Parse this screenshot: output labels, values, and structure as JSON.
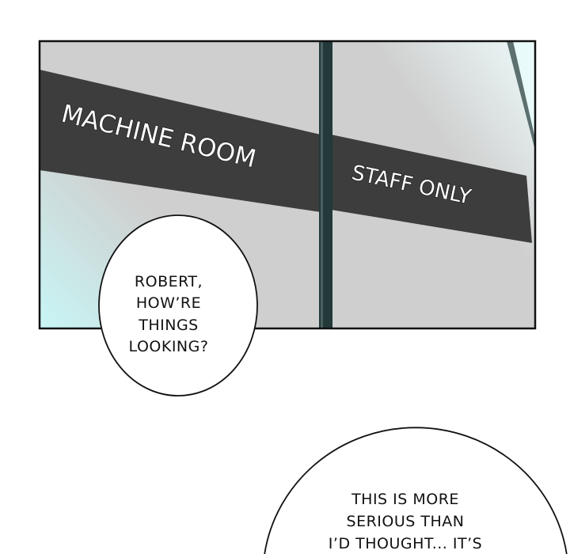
{
  "panel": {
    "sign_left": "MACHINE ROOM",
    "sign_right": "STAFF ONLY"
  },
  "bubbles": [
    {
      "lines": [
        "ROBERT,",
        "HOW’RE",
        "THINGS",
        "LOOKING?"
      ]
    },
    {
      "lines": [
        "THIS IS MORE",
        "SERIOUS THAN",
        "I’D THOUGHT... IT’S"
      ]
    }
  ],
  "colors": {
    "wall": "#cfcfcf",
    "sign": "#3d3d3d",
    "divider": "#23393a",
    "glow": "#c8f6f6"
  }
}
